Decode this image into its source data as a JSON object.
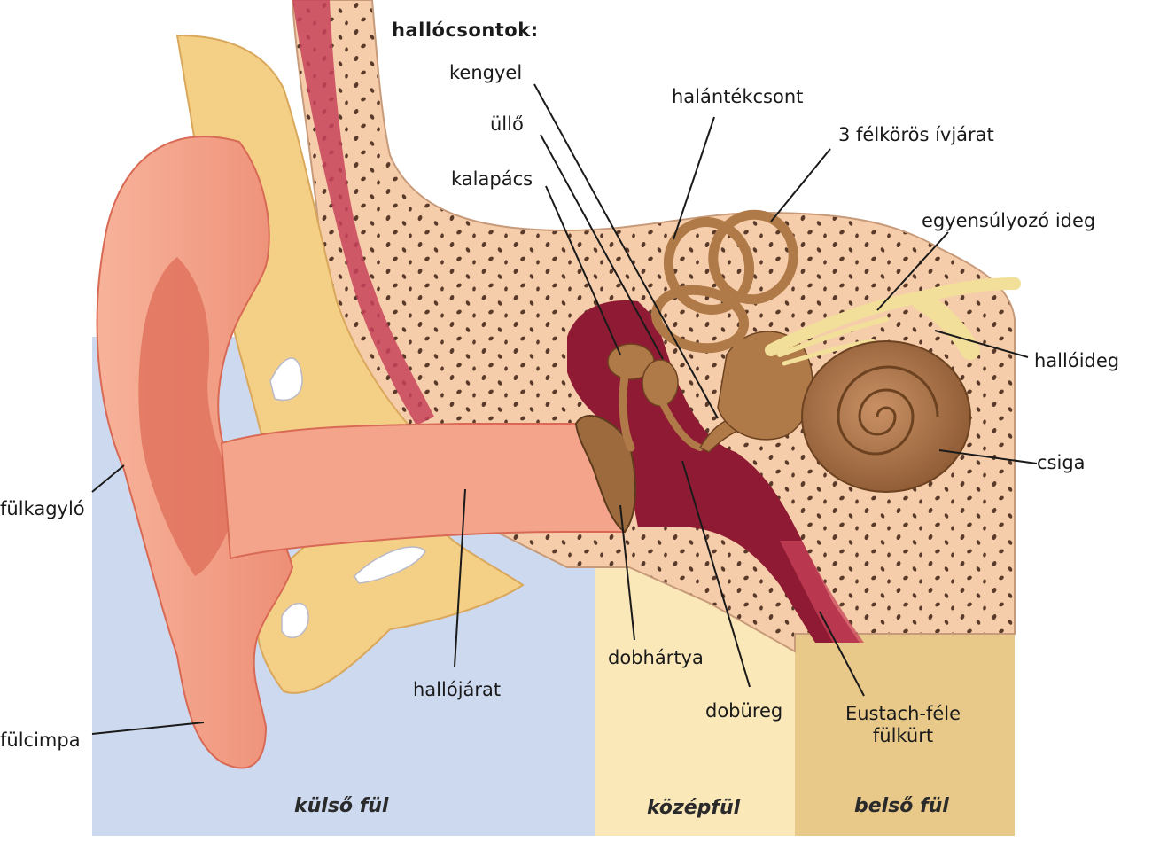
{
  "heading": "hallócsontok:",
  "labels": {
    "kengyel": "kengyel",
    "ullo": "üllő",
    "kalapacs": "kalapács",
    "halantekcsont": "halántékcsont",
    "felkoros": "3 félkörös ívjárat",
    "egyensulyozo": "egyensúlyozó ideg",
    "halloideg": "hallóideg",
    "csiga": "csiga",
    "fulkagylo": "fülkagyló",
    "fulcimpa": "fülcimpa",
    "hallojarat": "hallójárat",
    "dobhartya": "dobhártya",
    "dobureg": "dobüreg",
    "eustach_line1": "Eustach-féle",
    "eustach_line2": "fülkürt"
  },
  "zones": {
    "kulso": "külső fül",
    "kozep": "középfül",
    "belso": "belső fül"
  },
  "colors": {
    "outer_bg": "#cdd9ef",
    "middle_bg": "#fbe8b8",
    "inner_bg": "#e9c98a",
    "skin": "#f5a48a",
    "skin_dark": "#e0735e",
    "cartilage": "#f4cf86",
    "bone": "#f6cdaa",
    "cavity": "#8e1b33",
    "ossicle": "#b07a48",
    "nerve": "#f2df9a"
  }
}
